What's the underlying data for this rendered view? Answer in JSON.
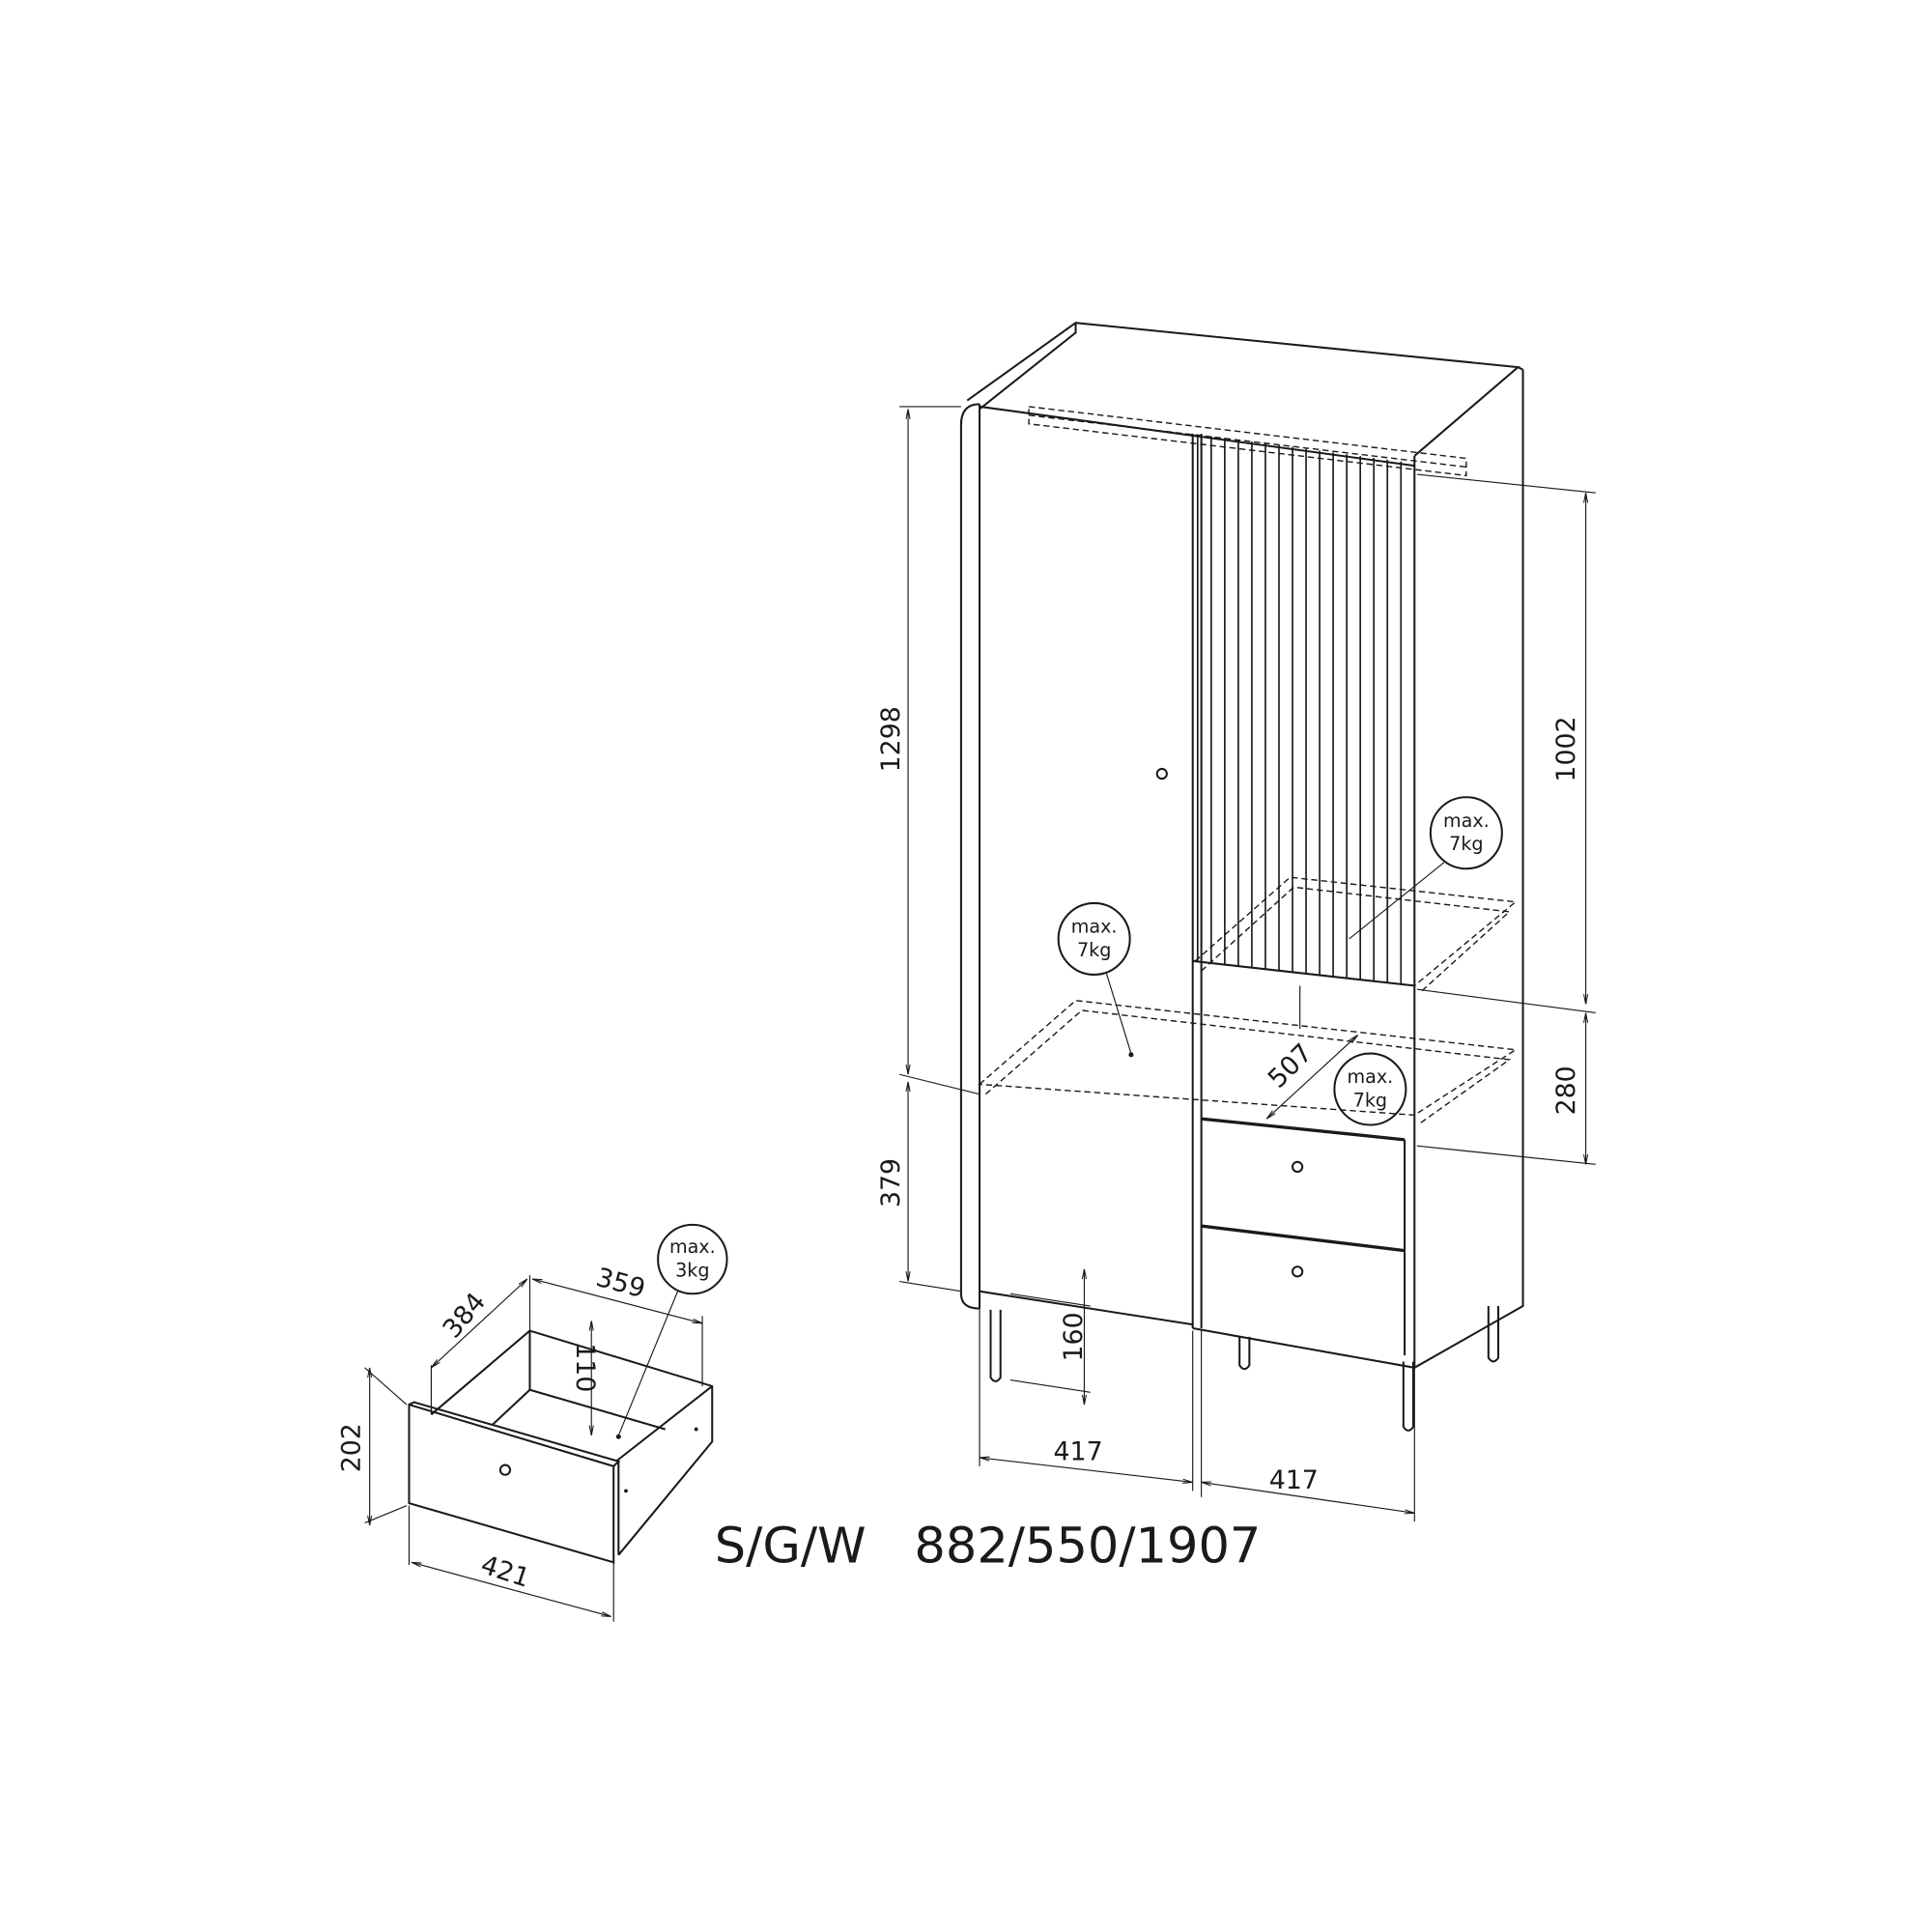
{
  "dimensions": {
    "upper_height": "1298",
    "lower_height": "379",
    "right_upper_height": "1002",
    "right_lower_height": "280",
    "leg_height": "160",
    "left_width": "417",
    "right_width": "417",
    "shelf_depth": "507",
    "drawer_height": "202",
    "drawer_width": "421",
    "drawer_depth": "384",
    "drawer_inner_width": "359",
    "drawer_inner_height": "110"
  },
  "load_labels": [
    {
      "line1": "max.",
      "line2": "7kg"
    },
    {
      "line1": "max.",
      "line2": "7kg"
    },
    {
      "line1": "max.",
      "line2": "7kg"
    },
    {
      "line1": "max.",
      "line2": "3kg"
    }
  ],
  "title": {
    "code": "S/G/W",
    "size": "882/550/1907"
  }
}
